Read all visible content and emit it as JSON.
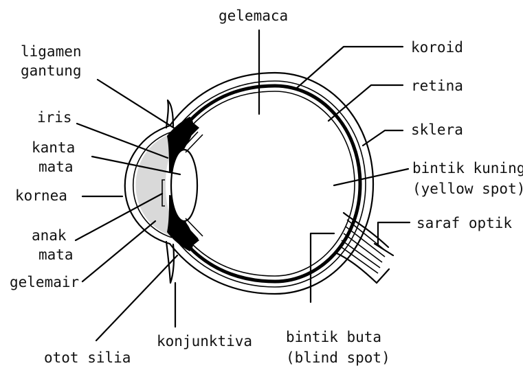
{
  "labels": {
    "gelemaca": "gelemaca",
    "koroid": "koroid",
    "ligamen_gantung_1": "ligamen",
    "ligamen_gantung_2": "gantung",
    "retina": "retina",
    "iris": "iris",
    "sklera": "sklera",
    "kanta_mata_1": "kanta",
    "kanta_mata_2": "mata",
    "bintik_kuning_1": "bintik kuning",
    "bintik_kuning_2": "(yellow spot)",
    "kornea": "kornea",
    "saraf_optik": "saraf optik",
    "anak_mata_1": "anak",
    "anak_mata_2": "mata",
    "gelemair": "gelemair",
    "bintik_buta_1": "bintik buta",
    "bintik_buta_2": "(blind spot)",
    "konjunktiva": "konjunktiva",
    "otot_silia": "otot silia"
  },
  "colors": {
    "line": "#000000",
    "aqueous_fill": "#d9d9d9",
    "background": "#ffffff"
  }
}
